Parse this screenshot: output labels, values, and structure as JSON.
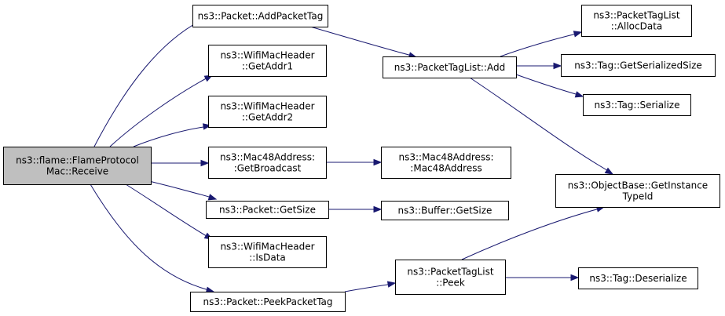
{
  "diagram": {
    "colors": {
      "edge": "#191970",
      "node_border": "#000000",
      "node_fill": "#ffffff",
      "root_fill": "#bfbfbf"
    },
    "nodes": [
      {
        "id": "receive",
        "lines": [
          "ns3::flame::FlameProtocol",
          "Mac::Receive"
        ],
        "root": true
      },
      {
        "id": "addPacketTag",
        "lines": [
          "ns3::Packet::AddPacketTag"
        ]
      },
      {
        "id": "getAddr1",
        "lines": [
          "ns3::WifiMacHeader",
          "::GetAddr1"
        ]
      },
      {
        "id": "getAddr2",
        "lines": [
          "ns3::WifiMacHeader",
          "::GetAddr2"
        ]
      },
      {
        "id": "getBroadcast",
        "lines": [
          "ns3::Mac48Address:",
          ":GetBroadcast"
        ]
      },
      {
        "id": "getSize",
        "lines": [
          "ns3::Packet::GetSize"
        ]
      },
      {
        "id": "isData",
        "lines": [
          "ns3::WifiMacHeader",
          "::IsData"
        ]
      },
      {
        "id": "peekPacketTag",
        "lines": [
          "ns3::Packet::PeekPacketTag"
        ]
      },
      {
        "id": "tagListAdd",
        "lines": [
          "ns3::PacketTagList::Add"
        ]
      },
      {
        "id": "mac48Ctor",
        "lines": [
          "ns3::Mac48Address:",
          ":Mac48Address"
        ]
      },
      {
        "id": "bufferGetSize",
        "lines": [
          "ns3::Buffer::GetSize"
        ]
      },
      {
        "id": "tagListPeek",
        "lines": [
          "ns3::PacketTagList",
          "::Peek"
        ]
      },
      {
        "id": "allocData",
        "lines": [
          "ns3::PacketTagList",
          "::AllocData"
        ]
      },
      {
        "id": "tagGetSerializedSize",
        "lines": [
          "ns3::Tag::GetSerializedSize"
        ]
      },
      {
        "id": "tagSerialize",
        "lines": [
          "ns3::Tag::Serialize"
        ]
      },
      {
        "id": "getInstanceTypeId",
        "lines": [
          "ns3::ObjectBase::GetInstance",
          "TypeId"
        ]
      },
      {
        "id": "tagDeserialize",
        "lines": [
          "ns3::Tag::Deserialize"
        ]
      }
    ],
    "edges": [
      {
        "from": "receive",
        "to": "addPacketTag"
      },
      {
        "from": "receive",
        "to": "getAddr1"
      },
      {
        "from": "receive",
        "to": "getAddr2"
      },
      {
        "from": "receive",
        "to": "getBroadcast"
      },
      {
        "from": "receive",
        "to": "getSize"
      },
      {
        "from": "receive",
        "to": "isData"
      },
      {
        "from": "receive",
        "to": "peekPacketTag"
      },
      {
        "from": "addPacketTag",
        "to": "tagListAdd"
      },
      {
        "from": "getBroadcast",
        "to": "mac48Ctor"
      },
      {
        "from": "getSize",
        "to": "bufferGetSize"
      },
      {
        "from": "peekPacketTag",
        "to": "tagListPeek"
      },
      {
        "from": "tagListAdd",
        "to": "allocData"
      },
      {
        "from": "tagListAdd",
        "to": "tagGetSerializedSize"
      },
      {
        "from": "tagListAdd",
        "to": "tagSerialize"
      },
      {
        "from": "tagListAdd",
        "to": "getInstanceTypeId"
      },
      {
        "from": "tagListPeek",
        "to": "getInstanceTypeId"
      },
      {
        "from": "tagListPeek",
        "to": "tagDeserialize"
      }
    ]
  }
}
